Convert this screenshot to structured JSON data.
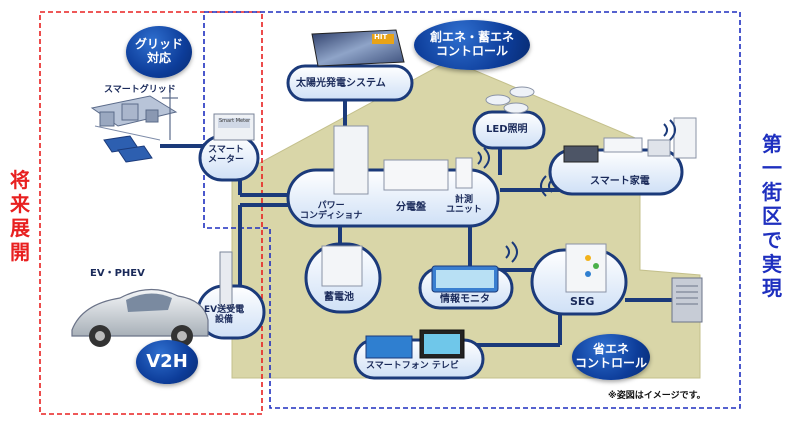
{
  "regions": {
    "future": {
      "label": "将来展開",
      "color": "#e82020"
    },
    "district": {
      "label": "第一街区で実現",
      "color": "#1e2fbf"
    }
  },
  "badges": {
    "grid": "グリッド\n対応",
    "create_store": "創エネ・蓄エネ\nコントロール",
    "v2h": "V2H",
    "save": "省エネ\nコントロール"
  },
  "components": {
    "smart_grid": "スマートグリッド",
    "solar": "太陽光発電システム",
    "solar_badge": "HIT",
    "smart_meter": "スマート\nメーター",
    "smart_meter_screen": "Smart Meter",
    "power_conditioner": "パワー\nコンディショナ",
    "distribution_board": "分電盤",
    "measurement_unit": "計測\nユニット",
    "led": "LED照明",
    "smart_appliances": "スマート家電",
    "ev": "EV・PHEV",
    "ev_charger": "EV送受電\n設備",
    "battery": "蓄電池",
    "info_monitor": "情報モニタ",
    "seg": "SEG",
    "smartphone_tv": "スマートフォン テレビ"
  },
  "footnote": "※姿図はイメージです。",
  "colors": {
    "house": "#d9d6a8",
    "pill_fill": "#e8f0fb",
    "pill_stroke": "#1b3a7a",
    "line": "#1b3a7a"
  }
}
